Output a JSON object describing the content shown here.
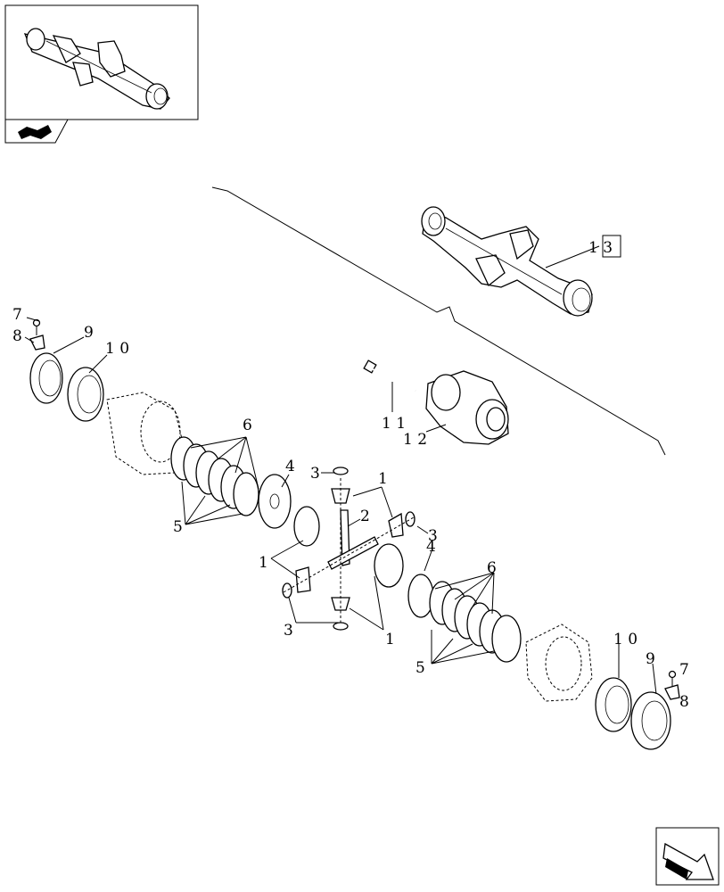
{
  "callouts": {
    "c1_a": "1",
    "c1_b": "1",
    "c1_c": "1",
    "c2": "2",
    "c3_a": "3",
    "c3_b": "3",
    "c3_c": "3",
    "c4_a": "4",
    "c4_b": "4",
    "c5_a": "5",
    "c5_b": "5",
    "c6_a": "6",
    "c6_b": "6",
    "c7_a": "7",
    "c7_b": "7",
    "c8_a": "8",
    "c8_b": "8",
    "c9_a": "9",
    "c9_b": "9",
    "c10_a": "1 0",
    "c10_b": "1 0",
    "c11": "1 1",
    "c12": "1 2",
    "c13": "1 3"
  },
  "icons": {
    "thumbnail": "axle-thumbnail",
    "book": "open-book-icon",
    "nav": "next-page-arrow-icon"
  }
}
